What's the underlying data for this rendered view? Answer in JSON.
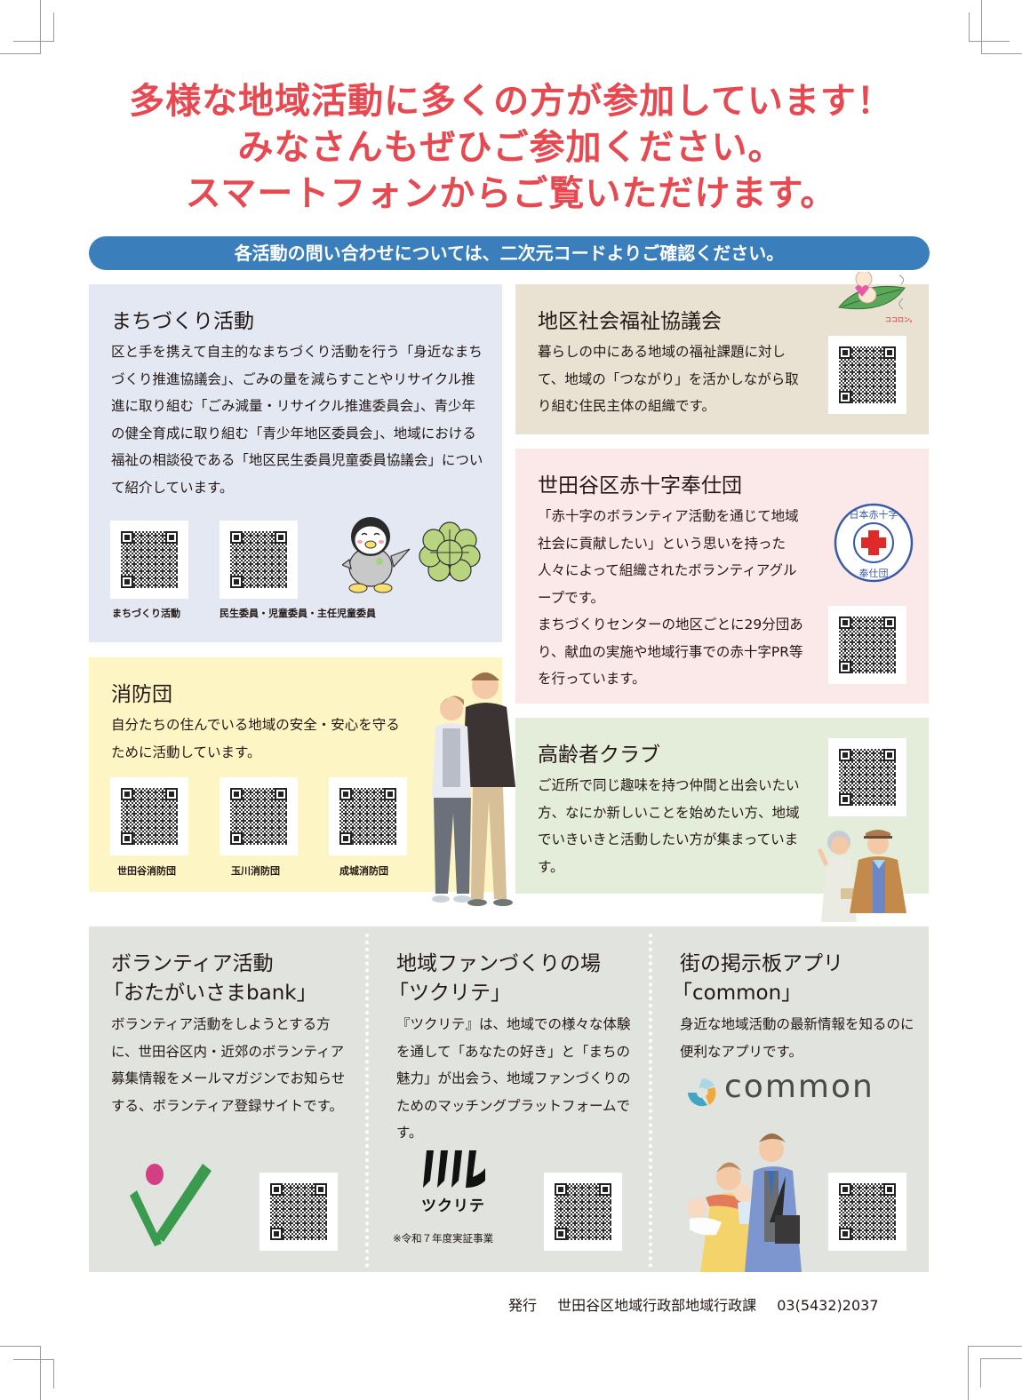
{
  "headline": {
    "line1": "多様な地域活動に多くの方が参加しています！",
    "line2": "みなさんもぜひご参加ください。",
    "line3": "スマートフォンからご覧いただけます。"
  },
  "banner": {
    "text": "各活動の問い合わせについては、二次元コードよりご確認ください。"
  },
  "colors": {
    "headline": "#e8484f",
    "banner": "#3a7fbc",
    "machizukuri_bg": "#e3e8f2",
    "shakyo_bg": "#e9e2d3",
    "redcross_bg": "#fbe8e9",
    "shobodan_bg": "#fdf6c4",
    "koreisha_bg": "#e4edd9",
    "bottom_bg": "#e1e3df"
  },
  "panels": {
    "machizukuri": {
      "title": "まちづくり活動",
      "body": "区と手を携えて自主的なまちづくり活動を行う「身近なまちづくり推進協議会」、ごみの量を減らすことやリサイクル推進に取り組む「ごみ減量・リサイクル推進委員会」、青少年の健全育成に取り組む「青少年地区委員会」、地域における福祉の相談役である「地区民生委員児童委員協議会」について紹介しています。",
      "qr": [
        {
          "caption": "まちづくり活動"
        },
        {
          "caption": "民生委員・児童委員・主任児童委員"
        }
      ]
    },
    "shakyo": {
      "title": "地区社会福祉協議会",
      "body": "暮らしの中にある地域の福祉課題に対して、地域の「つながり」を活かしながら取り組む住民主体の組織です。",
      "mascot_label": "ココロン。"
    },
    "redcross": {
      "title": "世田谷区赤十字奉仕団",
      "body1": "「赤十字のボランティア活動を通じて地域社会に貢献したい」という思いを持った人々によって組織されたボランティアグループです。",
      "body2": "まちづくりセンターの地区ごとに29分団あり、献血の実施や地域行事での赤十字PR等を行っています。",
      "emblem_top": "日本赤十字",
      "emblem_bottom": "奉仕団"
    },
    "shobodan": {
      "title": "消防団",
      "body": "自分たちの住んでいる地域の安全・安心を守るために活動しています。",
      "qr": [
        {
          "caption": "世田谷消防団"
        },
        {
          "caption": "玉川消防団"
        },
        {
          "caption": "成城消防団"
        }
      ]
    },
    "koreisha": {
      "title": "高齢者クラブ",
      "body": "ご近所で同じ趣味を持つ仲間と出会いたい方、なにか新しいことを始めたい方、地域でいきいきと活動したい方が集まっています。"
    },
    "otagaisama": {
      "title1": "ボランティア活動",
      "title2": "「おたがいさまbank」",
      "body": "ボランティア活動をしようとする方に、世田谷区内・近郊のボランティア募集情報をメールマガジンでお知らせする、ボランティア登録サイトです。"
    },
    "tsukurite": {
      "title1": "地域ファンづくりの場",
      "title2": "「ツクリテ」",
      "body": "『ツクリテ』は、地域での様々な体験を通して「あなたの好き」と「まちの魅力」が出会う、地域ファンづくりのためのマッチングプラットフォームです。",
      "logo_text": "ツクリテ",
      "note": "※令和７年度実証事業"
    },
    "common": {
      "title1": "街の掲示板アプリ",
      "title2": "「common」",
      "body": "身近な地域活動の最新情報を知るのに便利なアプリです。",
      "logo_text": "common"
    }
  },
  "footer": {
    "publisher_label": "発行",
    "publisher": "世田谷区地域行政部地域行政課",
    "phone": "03(5432)2037"
  }
}
